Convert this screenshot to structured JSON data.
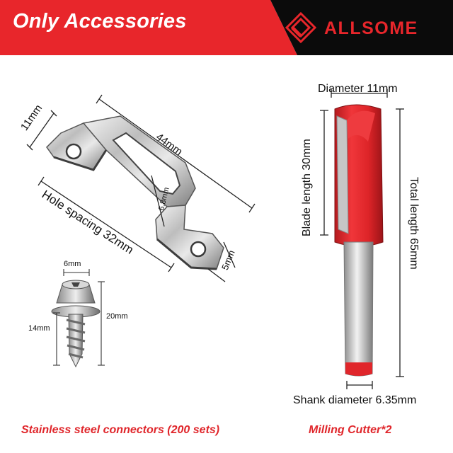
{
  "banner": {
    "title": "Only Accessories",
    "brand": "ALLSOME",
    "colors": {
      "accent_red": "#e8262b",
      "banner_black": "#0b0b0b"
    }
  },
  "connector": {
    "width_label": "11mm",
    "length_label": "44mm",
    "slot_label": "6.8mm",
    "hole_spacing_label": "Hole spacing 32mm",
    "thickness_label": "5mm"
  },
  "screw": {
    "head_label": "6mm",
    "length_label": "20mm",
    "thread_label": "14mm"
  },
  "cutter": {
    "diameter_label": "Diameter 11mm",
    "blade_label": "Blade length 30mm",
    "total_label": "Total length 65mm",
    "shank_label": "Shank diameter 6.35mm"
  },
  "captions": {
    "left": "Stainless steel connectors (200 sets)",
    "right": "Milling Cutter*2"
  }
}
